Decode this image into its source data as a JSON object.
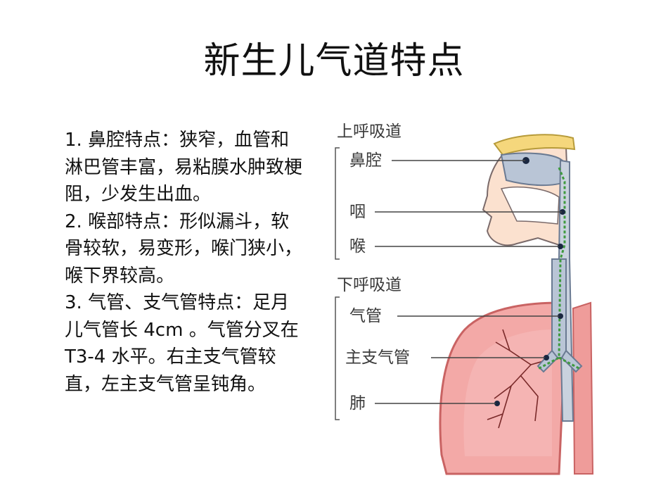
{
  "title": "新生儿气道特点",
  "paragraphs": [
    "1. 鼻腔特点：狭窄，血管和淋巴管丰富，易粘膜水肿致梗阻，少发生出血。",
    "2. 喉部特点：形似漏斗，软骨较软，易变形，喉门狭小，喉下界较高。",
    "3. 气管、支气管特点：足月儿气管长 4cm 。气管分叉在 T3-4 水平。右主支气管较直，左主支气管呈钝角。"
  ],
  "diagram": {
    "upper_airway_label": "上呼吸道",
    "lower_airway_label": "下呼吸道",
    "labels": {
      "nasal_cavity": "鼻腔",
      "pharynx": "咽",
      "larynx": "喉",
      "trachea": "气管",
      "main_bronchus": "主支气管",
      "lung": "肺"
    }
  }
}
